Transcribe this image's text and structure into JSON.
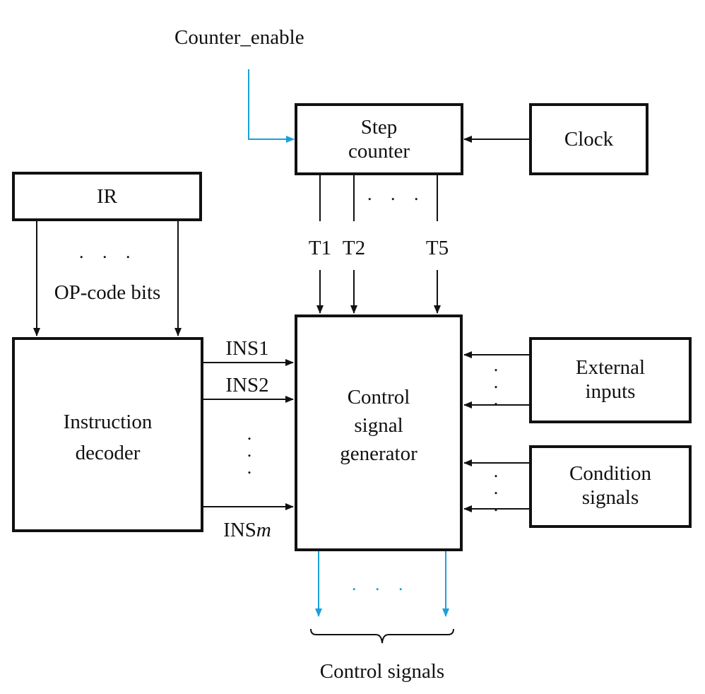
{
  "colors": {
    "ink": "#111111",
    "accent": "#1aa0dc"
  },
  "labels": {
    "counter_enable": "Counter_enable",
    "clock": "Clock",
    "step_counter_line1": "Step",
    "step_counter_line2": "counter",
    "ir": "IR",
    "opcode_bits": "OP-code bits",
    "t1": "T1",
    "t2": "T2",
    "t5": "T5",
    "ins1": "INS1",
    "ins2": "INS2",
    "insm_prefix": "INS",
    "insm_suffix": "m",
    "decoder_line1": "Instruction",
    "decoder_line2": "decoder",
    "csg_line1": "Control",
    "csg_line2": "signal",
    "csg_line3": "generator",
    "external_line1": "External",
    "external_line2": "inputs",
    "condition_line1": "Condition",
    "condition_line2": "signals",
    "control_signals": "Control signals",
    "ellipsis": ". . ."
  }
}
